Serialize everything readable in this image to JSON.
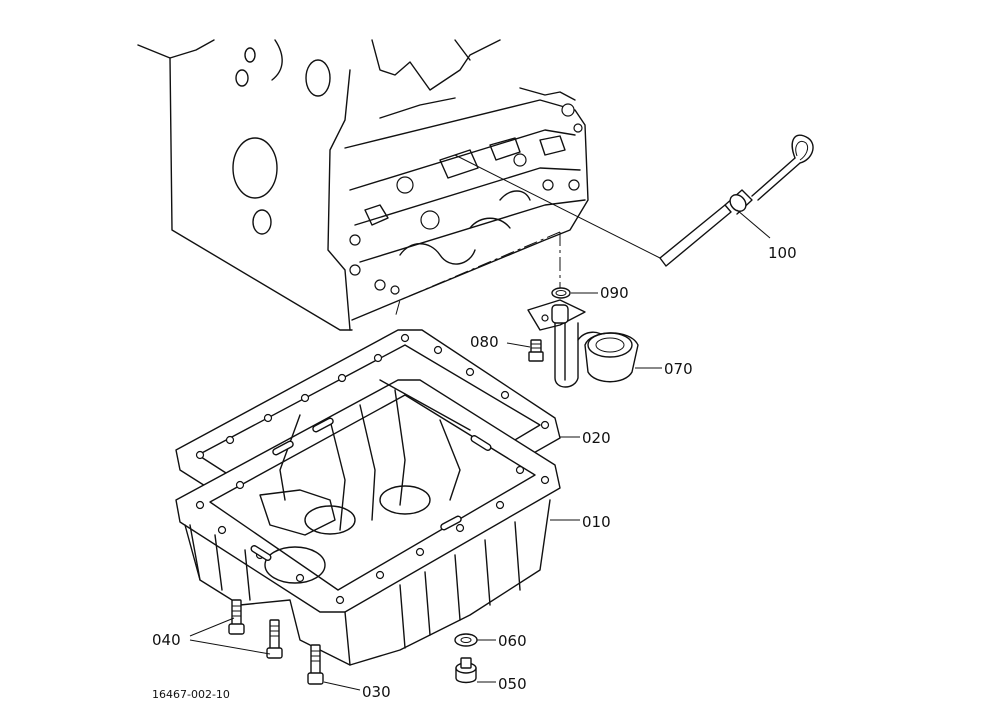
{
  "drawing_number": "16467-002-10",
  "callouts": [
    {
      "id": "100",
      "label": "100"
    },
    {
      "id": "090",
      "label": "090"
    },
    {
      "id": "080",
      "label": "080"
    },
    {
      "id": "070",
      "label": "070"
    },
    {
      "id": "020",
      "label": "020"
    },
    {
      "id": "010",
      "label": "010"
    },
    {
      "id": "040",
      "label": "040"
    },
    {
      "id": "060",
      "label": "060"
    },
    {
      "id": "050",
      "label": "050"
    },
    {
      "id": "030",
      "label": "030"
    }
  ]
}
